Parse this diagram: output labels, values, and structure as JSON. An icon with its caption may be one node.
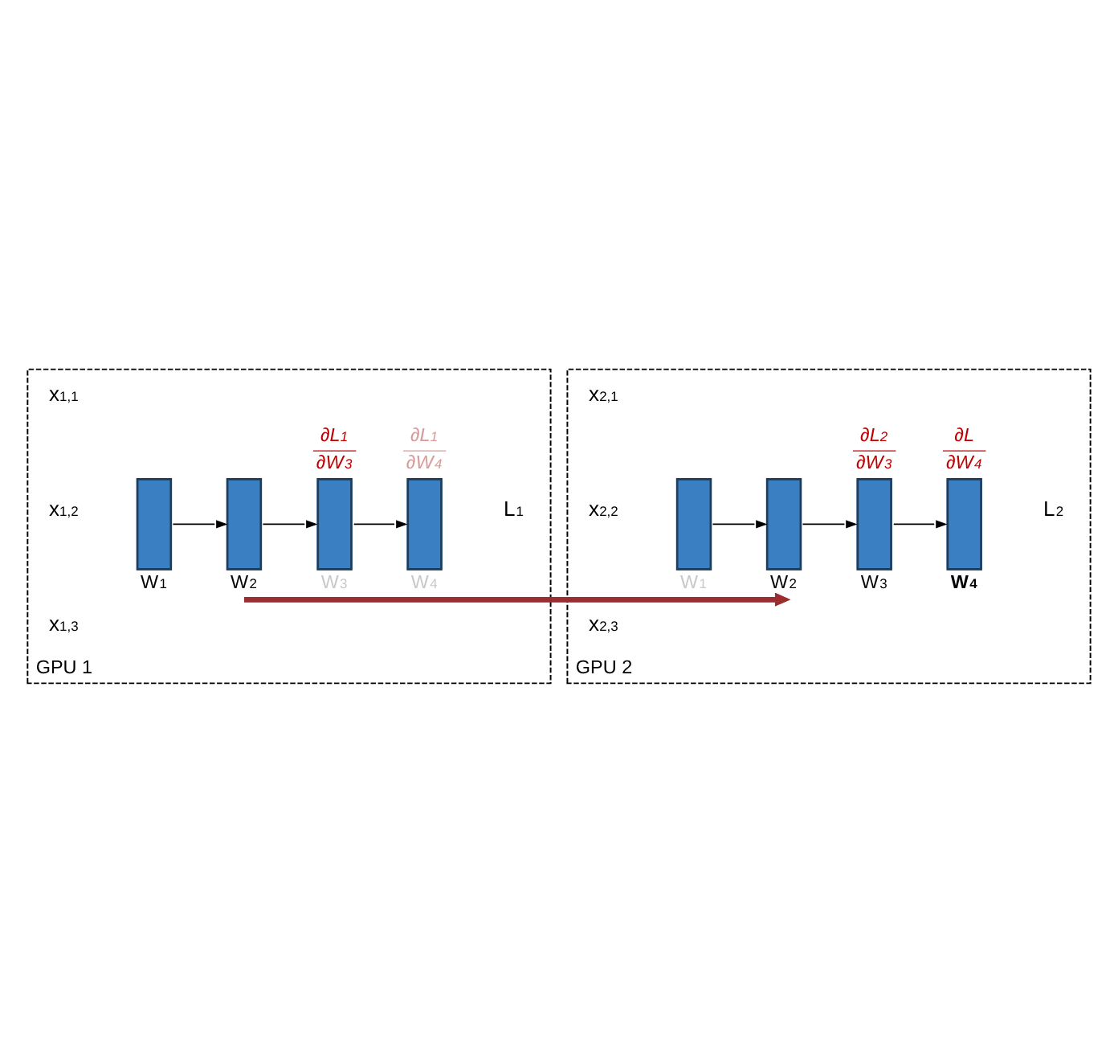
{
  "diagram": {
    "nodes": [
      {
        "text": [
          "GPU 1"
        ]
      },
      {
        "text": [],
        "shape": "box",
        "in": 0,
        "beside": [
          "W$_{1}$"
        ]
      },
      {
        "text": [],
        "shape": "box",
        "in": 0,
        "beside": [
          "W$_{2}$"
        ]
      },
      {
        "text": [],
        "shape": "box",
        "in": 0,
        "beside": [
          "∂L$_{1}$",
          "∂W$_{3}$",
          "W$_{3}$"
        ]
      },
      {
        "text": [],
        "shape": "box",
        "in": 0,
        "beside": [
          "∂L$_{1}$",
          "∂W$_{4}$",
          "W$_{4}$"
        ]
      },
      {
        "text": [
          "GPU 2"
        ]
      },
      {
        "text": [],
        "shape": "box",
        "in": 5,
        "beside": [
          "W$_{1}$"
        ]
      },
      {
        "text": [],
        "shape": "box",
        "in": 5,
        "beside": [
          "W$_{2}$"
        ]
      },
      {
        "text": [],
        "shape": "box",
        "in": 5,
        "beside": [
          "∂L$_{2}$",
          "∂W$_{3}$",
          "W$_{3}$"
        ]
      },
      {
        "text": [],
        "shape": "box",
        "in": 5,
        "beside": [
          "∂L",
          "∂W$_{4}$",
          "W$_{4}$"
        ]
      }
    ],
    "edges": [
      {
        "from": 1,
        "to": 2,
        "arrow": "to"
      },
      {
        "from": 2,
        "to": 3,
        "arrow": "to"
      },
      {
        "from": 3,
        "to": 4,
        "arrow": "to"
      },
      {
        "from": 6,
        "to": 7,
        "arrow": "to"
      },
      {
        "from": 7,
        "to": 8,
        "arrow": "to"
      },
      {
        "from": 8,
        "to": 9,
        "arrow": "to"
      },
      {
        "from": 2,
        "to": 7,
        "arrow": "to",
        "style": "thick",
        "color": "#9b2d30"
      }
    ],
    "labels": [
      "x$_{1,1}$",
      "x$_{1,2}$",
      "x$_{1,3}$",
      "L$_{1}$",
      "x$_{2,1}$",
      "x$_{2,2}$",
      "x$_{2,3}$",
      "L$_{2}$"
    ]
  }
}
